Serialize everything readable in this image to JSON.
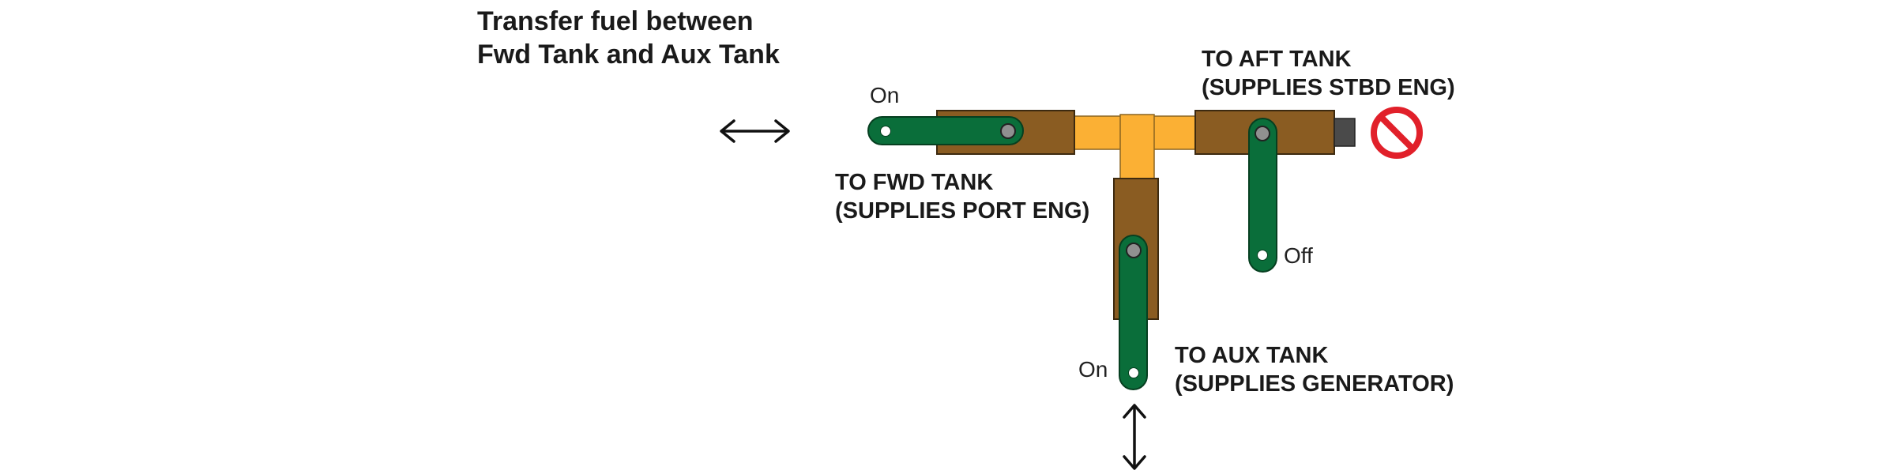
{
  "title": {
    "line1": "Transfer fuel between",
    "line2": "Fwd Tank and Aux Tank"
  },
  "valves": {
    "fwd": {
      "label1": "TO FWD TANK",
      "label2": "(SUPPLIES PORT ENG)",
      "state": "On"
    },
    "aft": {
      "label1": "TO AFT TANK",
      "label2": "(SUPPLIES STBD ENG)",
      "state": "Off"
    },
    "aux": {
      "label1": "TO AUX TANK",
      "label2": "(SUPPLIES GENERATOR)",
      "state": "On"
    }
  },
  "icons": {
    "flow_horizontal": "double-headed-arrow-horizontal",
    "flow_vertical": "double-headed-arrow-vertical",
    "blocked": "prohibited-icon"
  },
  "colors": {
    "pipe": "#8a5c22",
    "junction": "#fbb034",
    "handle": "#0a6e3a",
    "prohibited": "#e1202a"
  }
}
